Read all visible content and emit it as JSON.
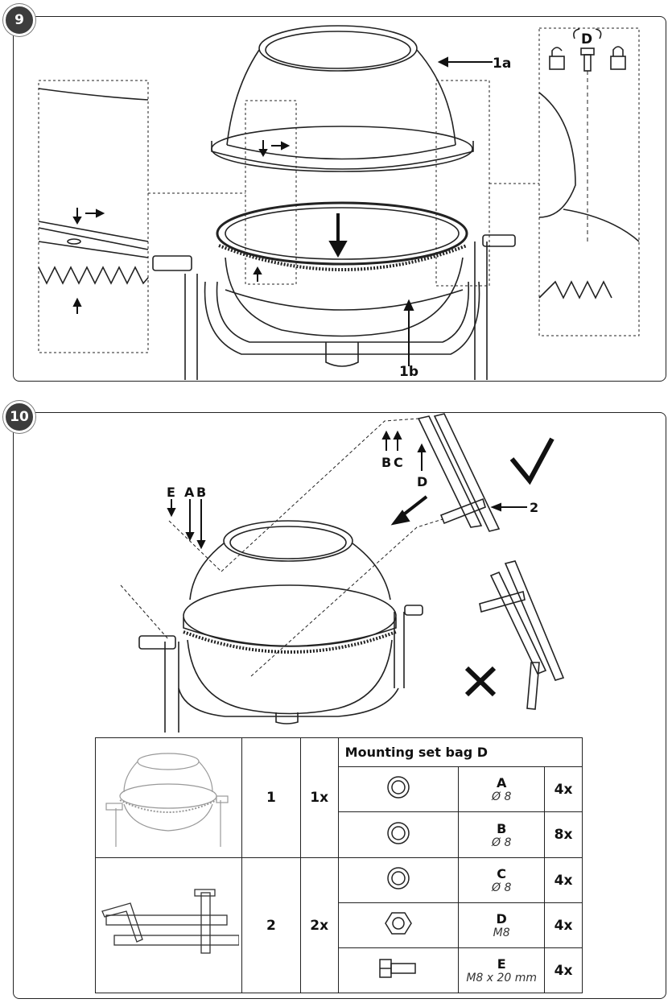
{
  "step9": {
    "number": "9",
    "labels": {
      "part_1a": "1a",
      "part_1b": "1b",
      "hardware_d": "D"
    }
  },
  "step10": {
    "number": "10",
    "labels": {
      "e": "E",
      "a": "A",
      "b": "B",
      "b2": "B",
      "c": "C",
      "d": "D",
      "part_2": "2"
    }
  },
  "parts_table": {
    "header": "Mounting set bag D",
    "assemblies": [
      {
        "id": "1",
        "qty": "1x"
      },
      {
        "id": "2",
        "qty": "2x"
      }
    ],
    "hardware": [
      {
        "icon": "washer-icon",
        "name": "A",
        "spec": "Ø 8",
        "qty": "4x"
      },
      {
        "icon": "washer-icon",
        "name": "B",
        "spec": "Ø 8",
        "qty": "8x"
      },
      {
        "icon": "washer-icon",
        "name": "C",
        "spec": "Ø 8",
        "qty": "4x"
      },
      {
        "icon": "hex-nut-icon",
        "name": "D",
        "spec": "M8",
        "qty": "4x"
      },
      {
        "icon": "bolt-icon",
        "name": "E",
        "spec": "M8 x 20 mm",
        "qty": "4x"
      }
    ]
  }
}
